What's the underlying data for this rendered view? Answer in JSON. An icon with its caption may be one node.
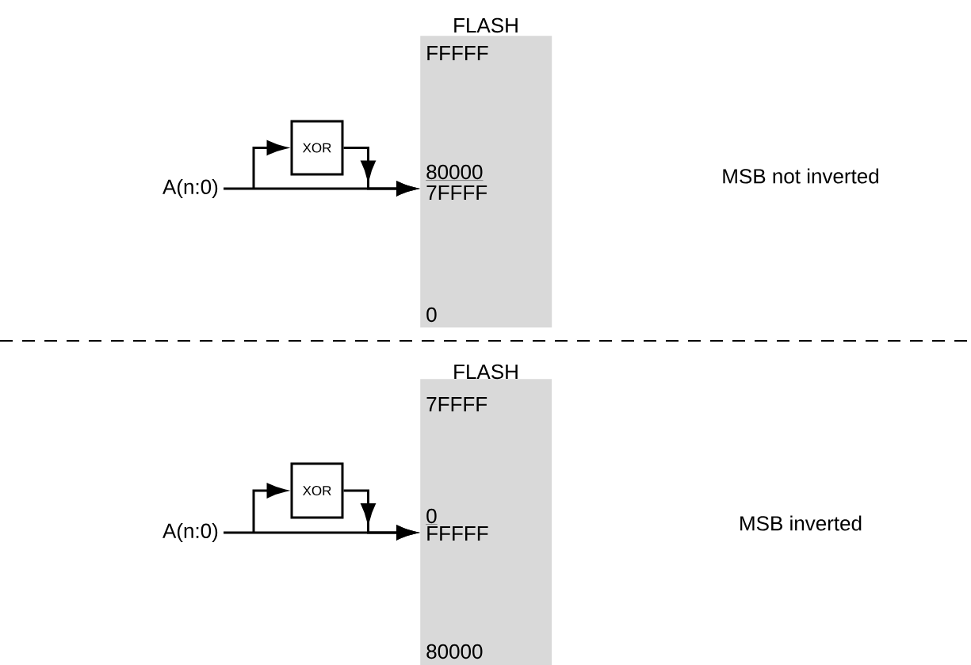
{
  "diagram": {
    "nodes": [
      {
        "text": [
          "FLASH",
          "FFFFF",
          "80000",
          "7FFFF",
          "0"
        ]
      },
      {
        "text": [
          "A(n:0)"
        ]
      },
      {
        "text": [
          "XOR"
        ]
      },
      {
        "text": [
          "FLASH",
          "7FFFF",
          "0",
          "FFFFF",
          "80000"
        ]
      },
      {
        "text": [
          "A(n:0)"
        ]
      },
      {
        "text": [
          "XOR"
        ]
      }
    ],
    "edges": [
      {
        "from": 1,
        "to": 0,
        "arrow": "to"
      },
      {
        "from": 1,
        "to": 2,
        "arrow": "to"
      },
      {
        "from": 2,
        "to": 0,
        "arrow": "to"
      },
      {
        "from": 4,
        "to": 3,
        "arrow": "to"
      },
      {
        "from": 4,
        "to": 5,
        "arrow": "to"
      },
      {
        "from": 5,
        "to": 3,
        "arrow": "to"
      }
    ],
    "labels": [
      "MSB not inverted",
      "MSB inverted"
    ]
  }
}
